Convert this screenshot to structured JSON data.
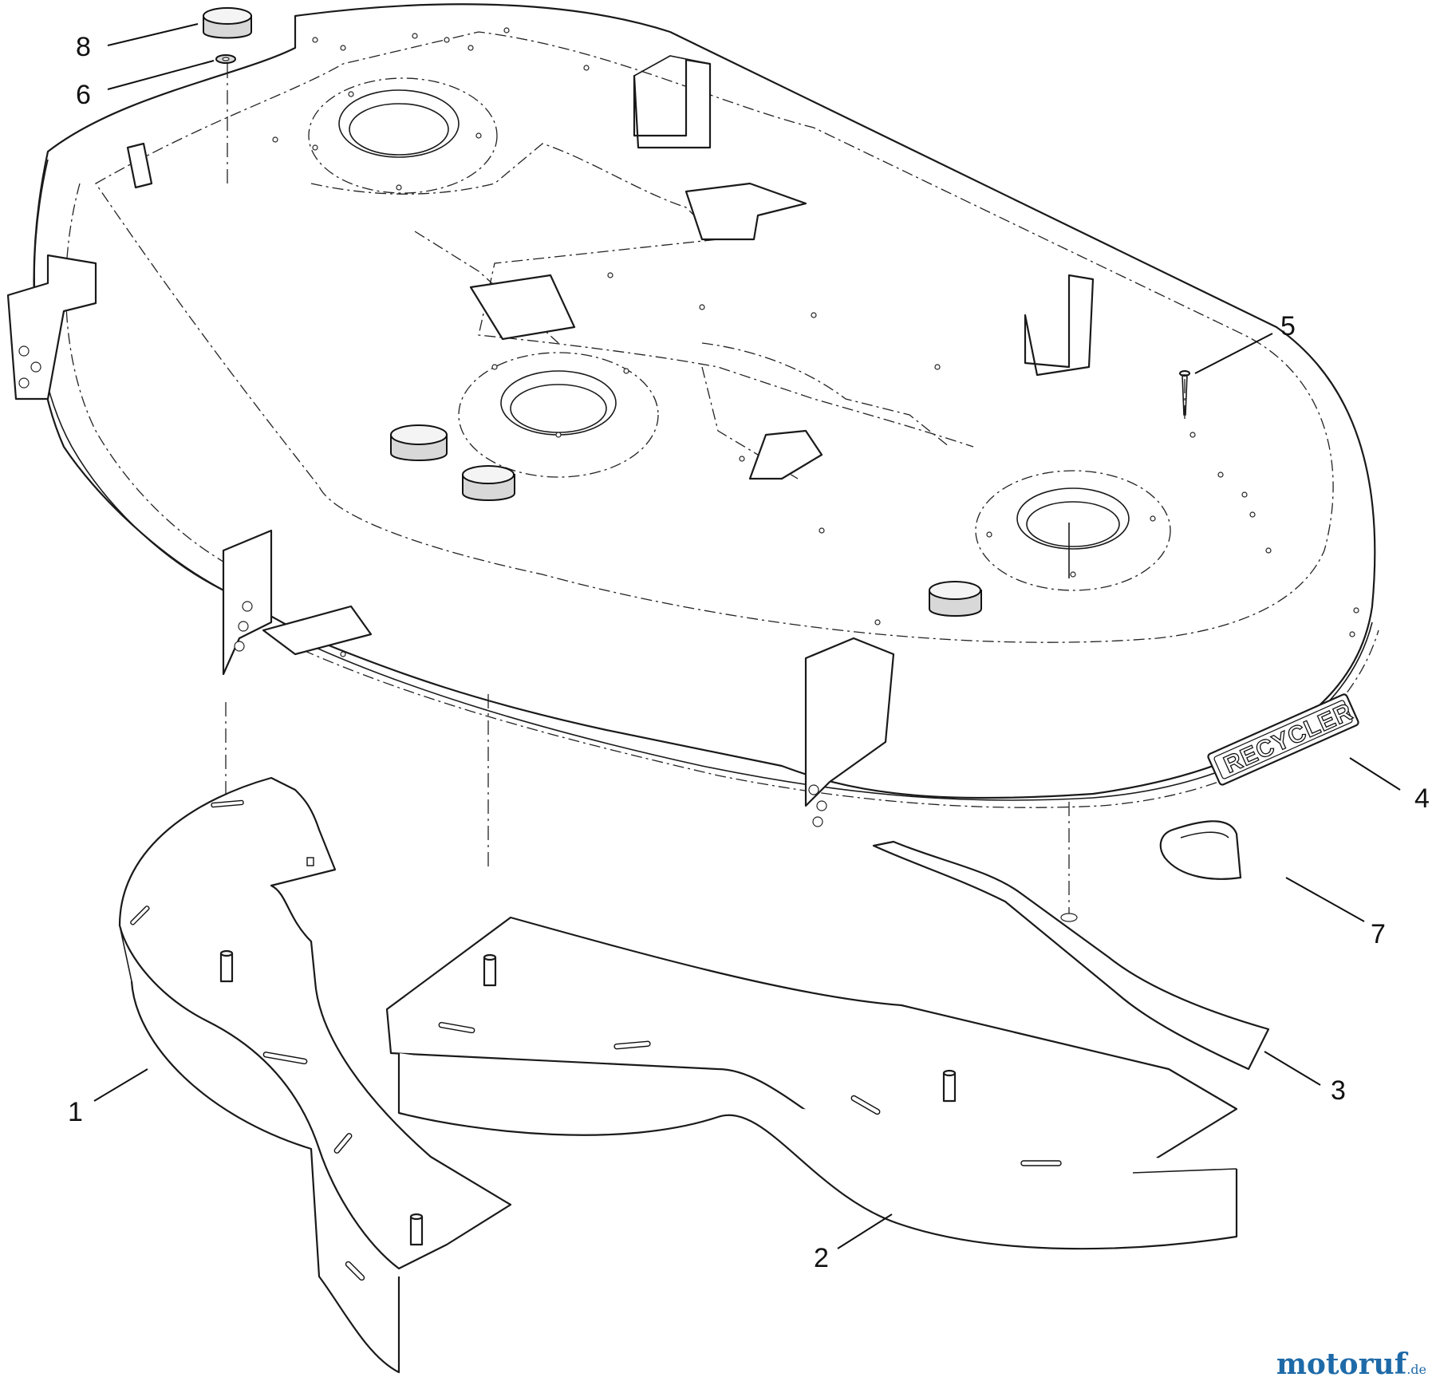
{
  "diagram": {
    "callouts": [
      {
        "id": "1",
        "label": "1"
      },
      {
        "id": "2",
        "label": "2"
      },
      {
        "id": "3",
        "label": "3"
      },
      {
        "id": "4",
        "label": "4"
      },
      {
        "id": "5",
        "label": "5"
      },
      {
        "id": "6",
        "label": "6"
      },
      {
        "id": "7",
        "label": "7"
      },
      {
        "id": "8",
        "label": "8"
      }
    ],
    "decal_text": "RECYCLER"
  },
  "watermark": {
    "brand": "motoruf",
    "tld": ".de",
    "colors": {
      "m": "#c0392b",
      "o": "#e67e22",
      "t": "#f1c40f",
      "o2": "#27ae60",
      "r": "#2980b9",
      "u": "#8e44ad",
      "f": "#1e6aa8"
    }
  }
}
